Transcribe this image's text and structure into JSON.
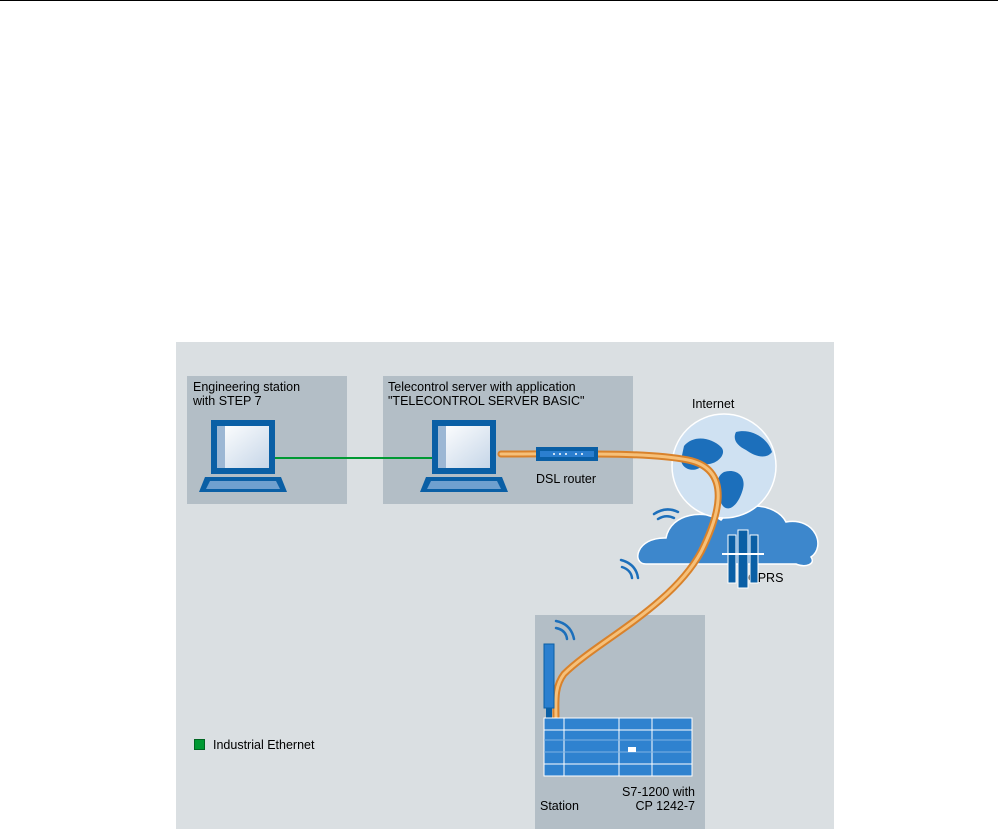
{
  "engineering_station": {
    "line1": "Engineering station",
    "line2": "with STEP 7"
  },
  "telecontrol_server": {
    "line1": "Telecontrol server with application",
    "line2": "\"TELECONTROL SERVER BASIC\""
  },
  "dsl_router": {
    "label": "DSL router"
  },
  "internet": {
    "label": "Internet"
  },
  "gprs": {
    "label": "GPRS"
  },
  "station": {
    "label": "Station",
    "plc_line1": "S7-1200 with",
    "plc_line2": "CP 1242-7"
  },
  "legend": {
    "label": "Industrial Ethernet",
    "color": "#009933"
  },
  "colors": {
    "background": "#dadfe2",
    "group_box": "#b3bec6",
    "device_blue": "#0a5fa5",
    "cable_orange": "#f4a441"
  }
}
